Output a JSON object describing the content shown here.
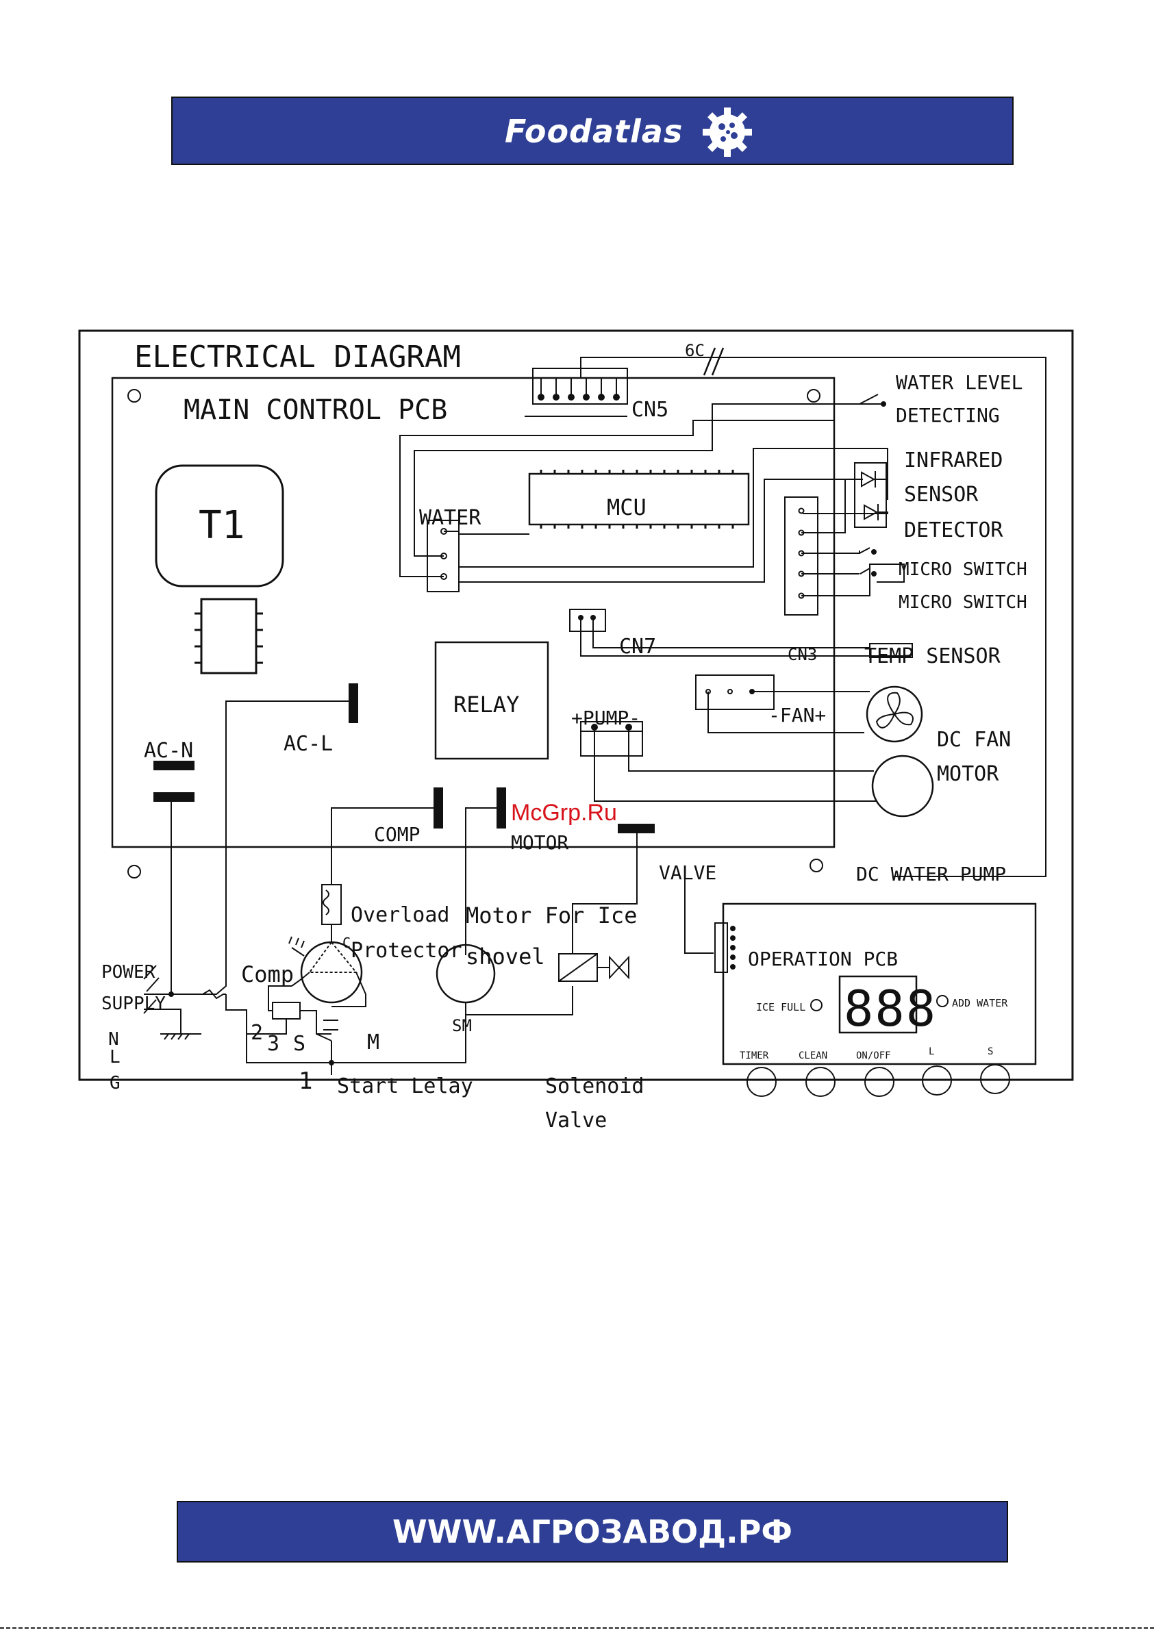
{
  "header": {
    "brand": "Foodatlas",
    "brand_icon": "gear-icon"
  },
  "footer": {
    "website": "WWW.АГРОЗАВОД.РФ"
  },
  "watermark": "McGrp.Ru",
  "colors": {
    "banner": "#2e3f95",
    "watermark": "#d7121a",
    "line": "#111111"
  },
  "diagram": {
    "title": "ELECTRICAL DIAGRAM",
    "pcb_title": "MAIN CONTROL PCB",
    "labels": {
      "t1": "T1",
      "mcu": "MCU",
      "water": "WATER",
      "cn5": "CN5",
      "cn7": "CN7",
      "cn3": "CN3",
      "relay": "RELAY",
      "pump": "+PUMP-",
      "fan": "-FAN+",
      "ac_n": "AC-N",
      "ac_l": "AC-L",
      "comp": "COMP",
      "motor": "MOTOR",
      "six_c": "6C",
      "valve": "VALVE",
      "water_level_1": "WATER LEVEL",
      "water_level_2": "DETECTING",
      "infrared_1": "INFRARED",
      "infrared_2": "SENSOR",
      "infrared_3": "DETECTOR",
      "micro_switch_1": "MICRO SWITCH",
      "micro_switch_2": "MICRO SWITCH",
      "temp_sensor": "TEMP SENSOR",
      "dc_fan_1": "DC FAN",
      "dc_fan_2": "MOTOR",
      "dc_water_pump": "DC WATER PUMP",
      "overload_1": "Overload",
      "overload_2": "Protector",
      "motor_ice_1": "Motor For Ice",
      "motor_ice_2": "shovel",
      "comp_lower": "Comp",
      "c_mark": "C",
      "power_1": "POWER",
      "power_2": "SUPPLY",
      "n": "N",
      "l": "L",
      "g": "G",
      "num_2": "2",
      "num_3": "3",
      "s": "S",
      "m": "M",
      "sm": "SM",
      "num_1": "1",
      "start_relay": "Start Lelay",
      "solenoid_1": "Solenoid",
      "solenoid_2": "Valve",
      "operation_pcb": "OPERATION PCB",
      "display": "888",
      "ice_full": "ICE FULL",
      "add_water": "ADD WATER",
      "btn_timer": "TIMER",
      "btn_clean": "CLEAN",
      "btn_onoff": "ON/OFF",
      "btn_l": "L",
      "btn_s": "S"
    }
  }
}
